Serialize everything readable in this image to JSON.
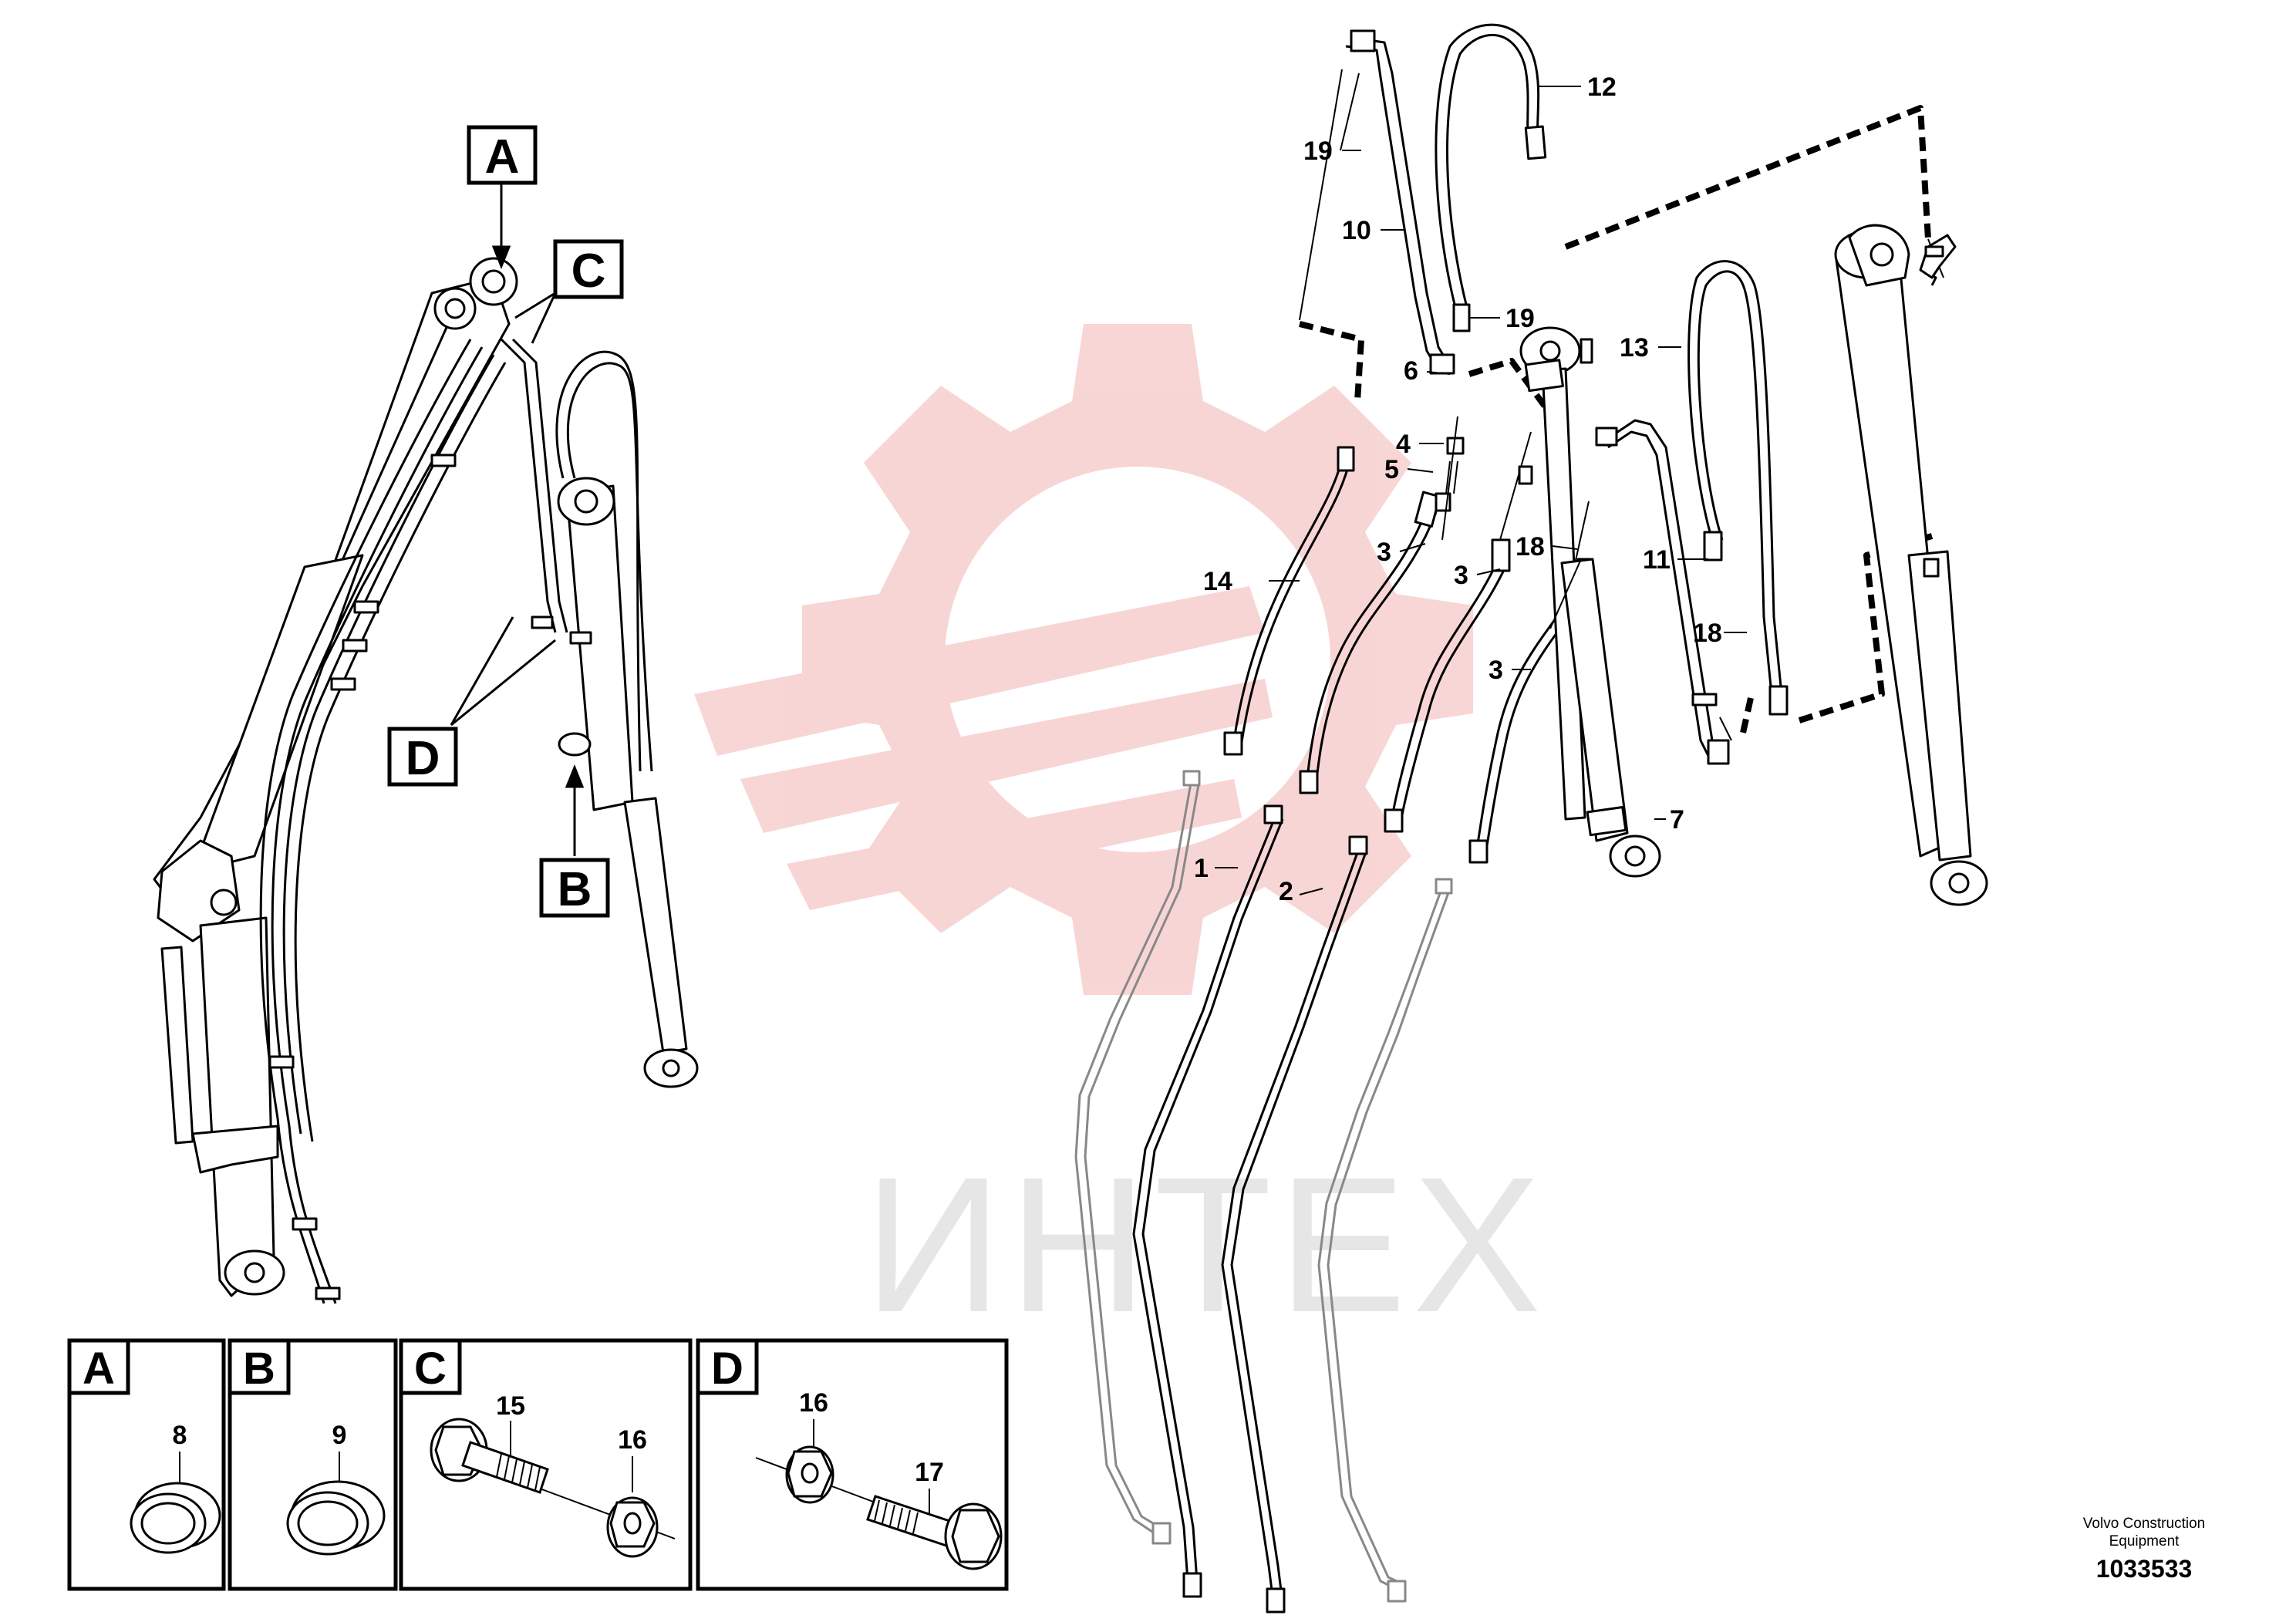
{
  "watermark": {
    "text": "ИНТЕХ",
    "color": "#f6c8c8"
  },
  "view_labels": {
    "a": "A",
    "b": "B",
    "c": "C",
    "d": "D"
  },
  "insets": [
    {
      "letter": "A",
      "parts": [
        "8"
      ]
    },
    {
      "letter": "B",
      "parts": [
        "9"
      ]
    },
    {
      "letter": "C",
      "parts": [
        "15",
        "16"
      ]
    },
    {
      "letter": "D",
      "parts": [
        "16",
        "17"
      ]
    }
  ],
  "part_numbers": {
    "p1": "1",
    "p2": "2",
    "p3a": "3",
    "p3b": "3",
    "p3c": "3",
    "p4": "4",
    "p5": "5",
    "p6": "6",
    "p7": "7",
    "p10": "10",
    "p11": "11",
    "p12": "12",
    "p13": "13",
    "p14": "14",
    "p18a": "18",
    "p18b": "18",
    "p19a": "19",
    "p19b": "19"
  },
  "footer": {
    "line1": "Volvo Construction",
    "line2": "Equipment",
    "doc_number": "1033533"
  }
}
